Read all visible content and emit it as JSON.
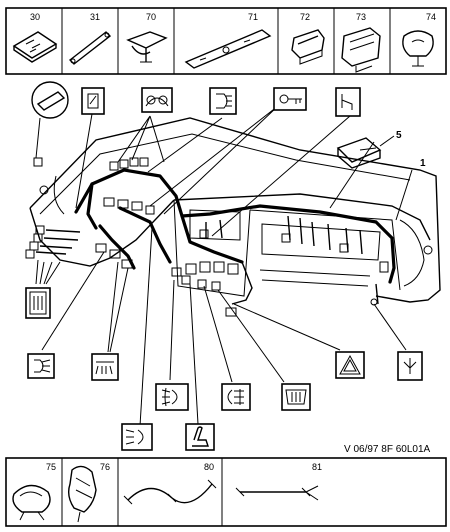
{
  "top_parts": [
    {
      "num": "30"
    },
    {
      "num": "31"
    },
    {
      "num": "70"
    },
    {
      "num": "71"
    },
    {
      "num": "72"
    },
    {
      "num": "73"
    },
    {
      "num": "74"
    }
  ],
  "bottom_parts": [
    {
      "num": "75"
    },
    {
      "num": "76"
    },
    {
      "num": "80"
    },
    {
      "num": "81"
    }
  ],
  "callouts": {
    "five": "5",
    "one": "1"
  },
  "reference": "V 06/97 8F 60L01A",
  "icons": [
    "dashboard-lamp-icon",
    "gauge-cluster-icon",
    "headlamp-main-beam-icon",
    "ignition-key-icon",
    "horn-icon",
    "fuse-block-icon",
    "dipped-beam-icon",
    "interior-light-icon",
    "hazard-warning-icon",
    "aerial-icon",
    "front-fog-icon",
    "rear-fog-icon",
    "heated-rear-screen-icon",
    "headlamp-level-icon",
    "seat-icon"
  ]
}
